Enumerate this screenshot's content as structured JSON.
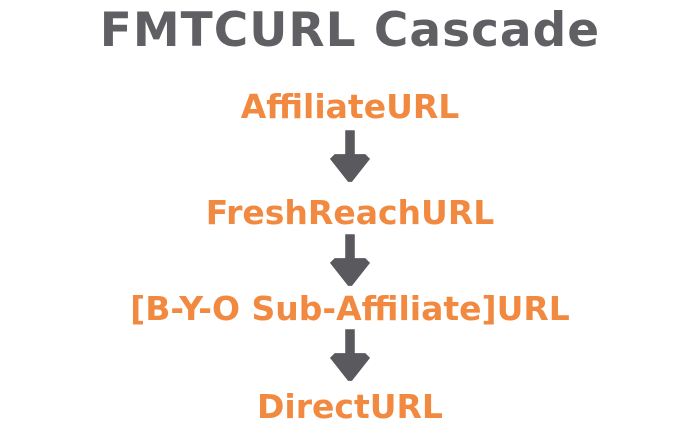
{
  "title": "FMTCURL Cascade",
  "colors": {
    "title": "#605F64",
    "node": "#F18A40",
    "arrow": "#5A5A5E",
    "background": "#FFFFFF"
  },
  "cascade": {
    "nodes": [
      {
        "label": "AffiliateURL"
      },
      {
        "label": "FreshReachURL"
      },
      {
        "label": "[B-Y-O Sub-Affiliate]URL"
      },
      {
        "label": "DirectURL"
      }
    ],
    "connector": "down-arrow"
  }
}
